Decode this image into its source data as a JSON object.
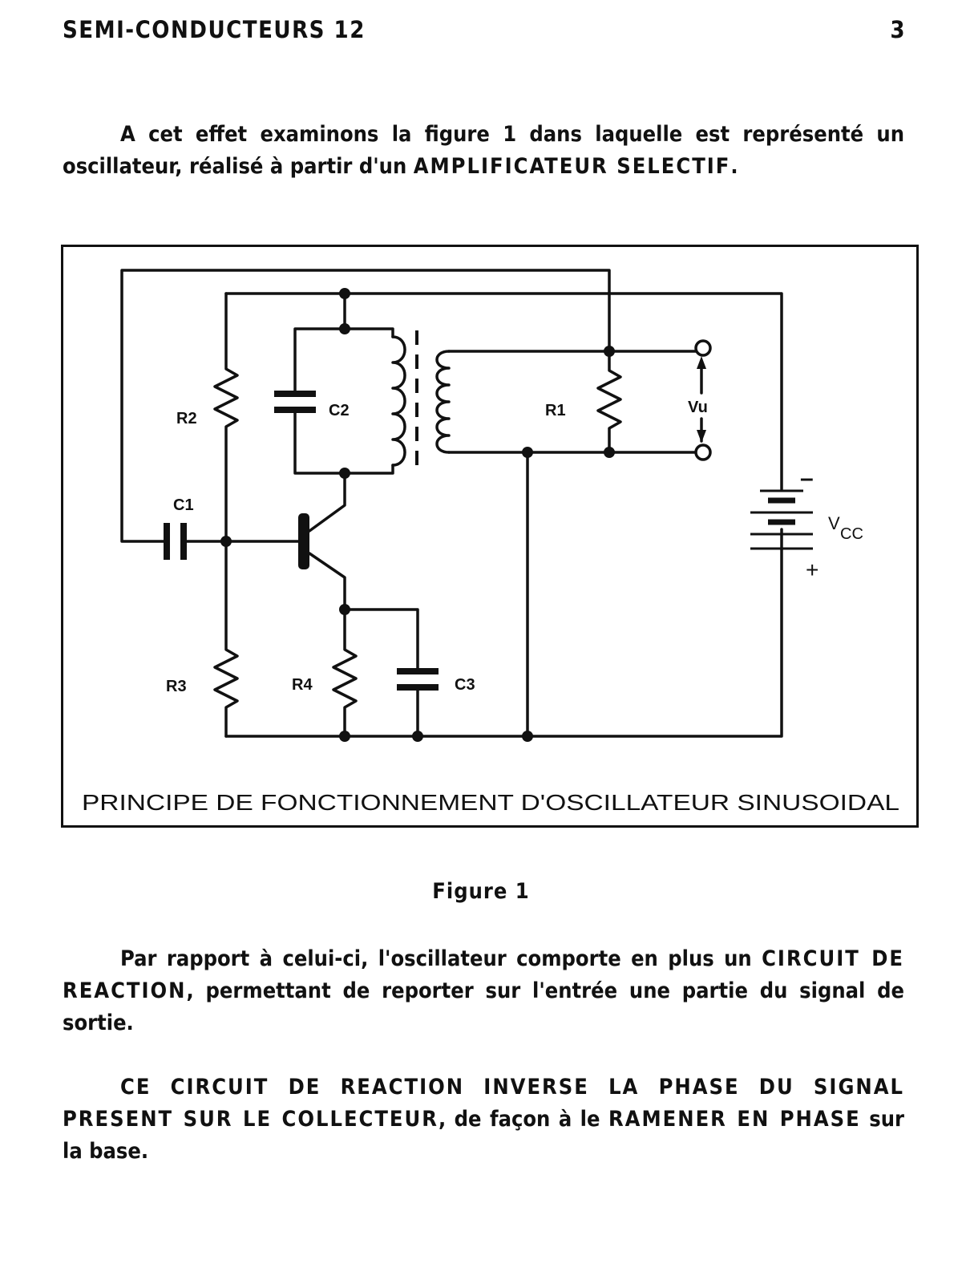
{
  "header": {
    "title": "SEMI-CONDUCTEURS 12",
    "page_number": "3"
  },
  "paragraph1": {
    "text": "A cet effet examinons la figure 1 dans laquelle est représenté un oscillateur, réalisé à partir d'un ",
    "emphasis": "AMPLIFICATEUR SELECTIF",
    "end": "."
  },
  "figure": {
    "labels": {
      "r1": "R1",
      "r2": "R2",
      "r3": "R3",
      "r4": "R4",
      "c1": "C1",
      "c2": "C2",
      "c3": "C3",
      "vu": "Vu",
      "v": "V",
      "cc": "CC",
      "minus": "–",
      "plus": "+"
    },
    "inner_title": "PRINCIPE DE FONCTIONNEMENT D'OSCILLATEUR SINUSOIDAL",
    "caption": "Figure 1"
  },
  "paragraph2": {
    "text1": "Par rapport à celui-ci, l'oscillateur comporte en plus un ",
    "emphasis": "CIRCUIT DE REACTION",
    "text2": ", permettant de reporter sur l'entrée une partie du signal de sortie."
  },
  "paragraph3": {
    "caps": "CE CIRCUIT DE REACTION INVERSE LA PHASE DU SIGNAL PRESENT SUR LE COLLECTEUR",
    "text1": ", de façon à le ",
    "emphasis": "RAMENER EN PHASE",
    "text2": " sur la base."
  }
}
